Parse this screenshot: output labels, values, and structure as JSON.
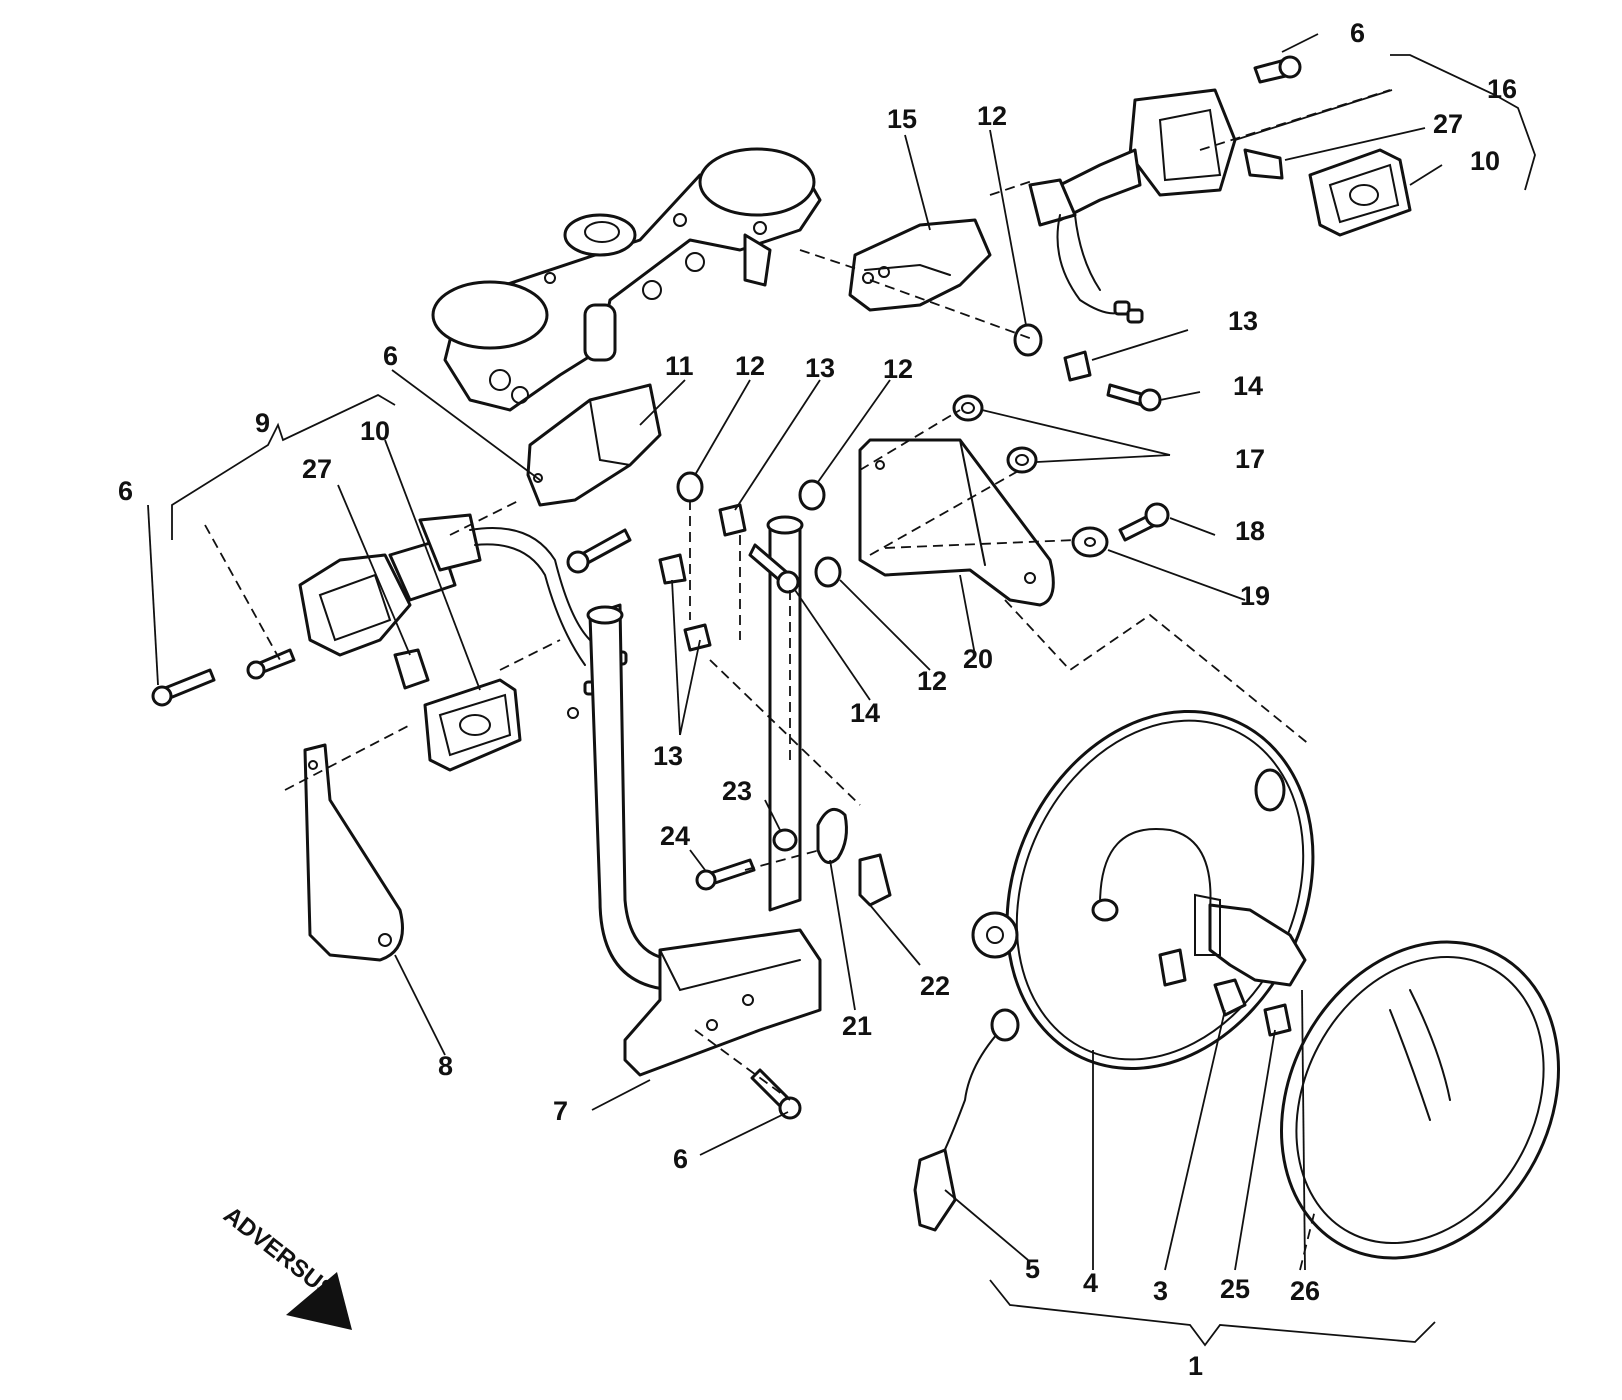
{
  "watermark": "ADVERSUS",
  "callouts": {
    "c1": "1",
    "c3": "3",
    "c4": "4",
    "c5": "5",
    "c6a": "6",
    "c6b": "6",
    "c6c": "6",
    "c6d": "6",
    "c7": "7",
    "c8": "8",
    "c9": "9",
    "c10a": "10",
    "c10b": "10",
    "c11": "11",
    "c12a": "12",
    "c12b": "12",
    "c12c": "12",
    "c12d": "12",
    "c13a": "13",
    "c13b": "13",
    "c13c": "13",
    "c14a": "14",
    "c14b": "14",
    "c15": "15",
    "c16": "16",
    "c17": "17",
    "c18": "18",
    "c19": "19",
    "c20": "20",
    "c21": "21",
    "c22": "22",
    "c23": "23",
    "c24": "24",
    "c25": "25",
    "c26": "26",
    "c27a": "27",
    "c27b": "27"
  }
}
